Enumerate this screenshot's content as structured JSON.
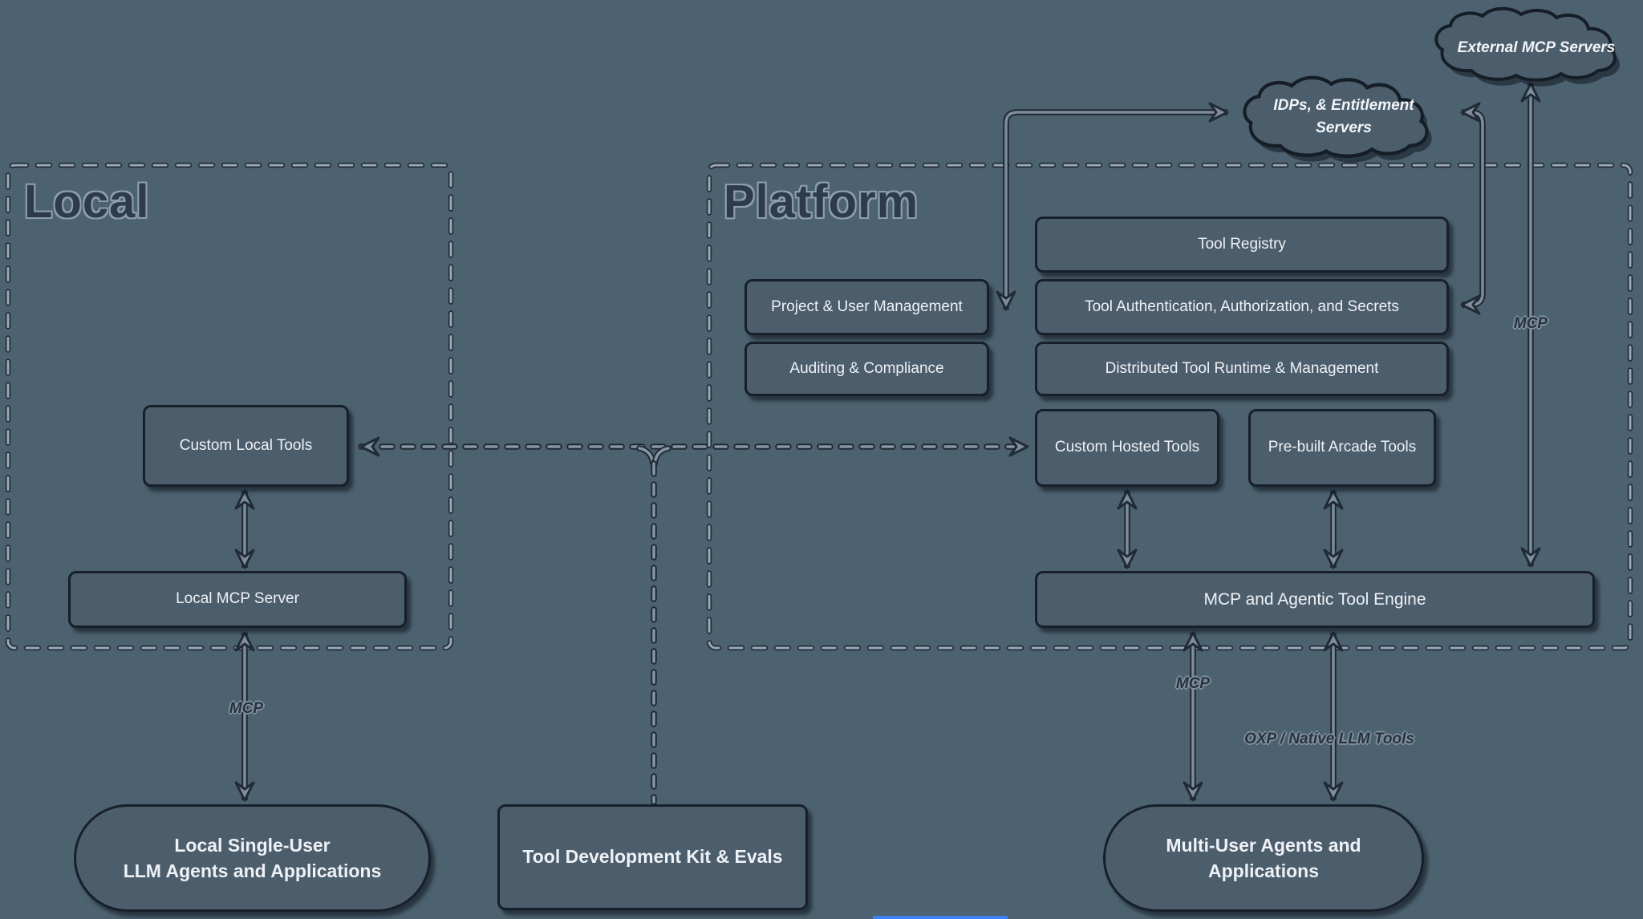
{
  "colors": {
    "background": "#4d6270",
    "node_fill": "#4c5d6c",
    "node_border": "#161f2a",
    "node_text": "#eef2f6",
    "title_text": "#2d3b4c",
    "edge_light": "#7d8d9c",
    "edge_dark": "#1f2833",
    "bottom_bar_blue": "#3b82f6"
  },
  "groups": {
    "local": {
      "title": "Local"
    },
    "platform": {
      "title": "Platform"
    }
  },
  "clouds": {
    "external": {
      "label": "External MCP Servers"
    },
    "idps": {
      "line1": "IDPs, & Entitlement",
      "line2": "Servers"
    }
  },
  "nodes": {
    "custom_local_tools": {
      "label": "Custom Local Tools"
    },
    "local_mcp_server": {
      "label": "Local MCP Server"
    },
    "project_user_mgmt": {
      "label": "Project & User Management"
    },
    "auditing_compliance": {
      "label": "Auditing & Compliance"
    },
    "tool_registry": {
      "label": "Tool Registry"
    },
    "tool_auth": {
      "label": "Tool Authentication, Authorization, and Secrets"
    },
    "distributed_runtime": {
      "label": "Distributed Tool Runtime & Management"
    },
    "custom_hosted_tools": {
      "label": "Custom Hosted Tools"
    },
    "prebuilt_arcade_tools": {
      "label": "Pre-built Arcade Tools"
    },
    "mcp_engine": {
      "label": "MCP and Agentic Tool Engine"
    },
    "local_single_user": {
      "line1": "Local Single-User",
      "line2": "LLM Agents and Applications"
    },
    "tool_dev_kit": {
      "label": "Tool Development Kit & Evals"
    },
    "multi_user": {
      "line1": "Multi-User Agents and",
      "line2": "Applications"
    }
  },
  "edge_labels": {
    "local_mcp": "MCP",
    "engine_mcp": "MCP",
    "external_mcp": "MCP",
    "oxp": "OXP / Native LLM Tools"
  }
}
